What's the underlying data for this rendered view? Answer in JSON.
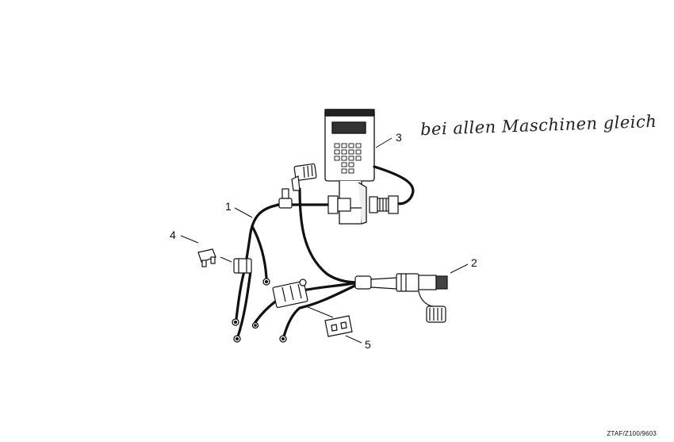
{
  "callouts": {
    "c1": "1",
    "c2": "2",
    "c3": "3",
    "c4": "4",
    "c5": "5"
  },
  "handwritten_note": "bei allen Maschinen gleich",
  "document_reference": "ZTAF/Z100/9603",
  "colors": {
    "ink": "#111111",
    "background": "#ffffff",
    "screen_fill": "#222222"
  }
}
